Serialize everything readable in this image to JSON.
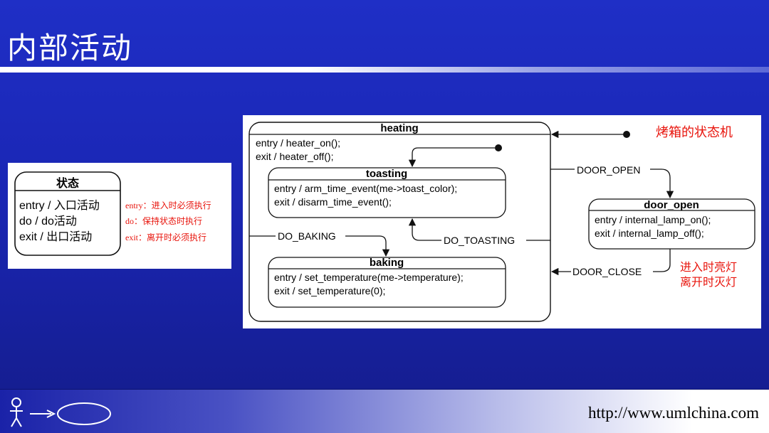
{
  "slide": {
    "title": "内部活动",
    "footer_url": "http://www.umlchina.com"
  },
  "colors": {
    "accent_red": "#e8140c",
    "background_blue": "#1f2fc6"
  },
  "icons": [
    "stick-figure-icon",
    "arrow-icon",
    "oval-icon"
  ],
  "left_diagram": {
    "state_name": "状态",
    "lines": [
      "entry / 入口活动",
      "do / do活动",
      "exit / 出口活动"
    ],
    "notes": [
      "entry：进入时必须执行",
      "do：保持状态时执行",
      "exit：离开时必须执行"
    ]
  },
  "right_diagram": {
    "caption": "烤箱的状态机",
    "note_lines": [
      "进入时亮灯",
      "离开时灭灯"
    ],
    "heating": {
      "name": "heating",
      "lines": [
        "entry / heater_on();",
        "exit / heater_off();"
      ]
    },
    "toasting": {
      "name": "toasting",
      "lines": [
        "entry / arm_time_event(me->toast_color);",
        "exit / disarm_time_event();"
      ]
    },
    "baking": {
      "name": "baking",
      "lines": [
        "entry / set_temperature(me->temperature);",
        "exit / set_temperature(0);"
      ]
    },
    "door_open": {
      "name": "door_open",
      "lines": [
        "entry / internal_lamp_on();",
        "exit / internal_lamp_off();"
      ]
    },
    "events": {
      "door_open": "DOOR_OPEN",
      "door_close": "DOOR_CLOSE",
      "do_baking": "DO_BAKING",
      "do_toasting": "DO_TOASTING"
    }
  }
}
